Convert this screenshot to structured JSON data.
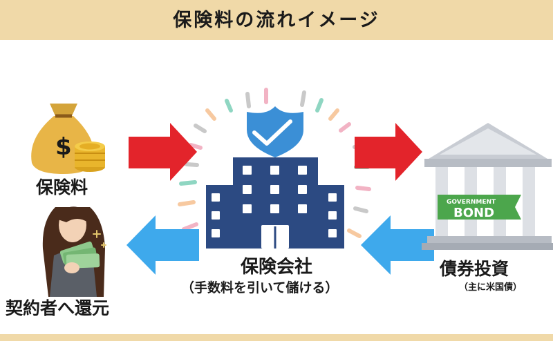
{
  "header": {
    "title": "保険料の流れイメージ"
  },
  "nodes": {
    "premium": {
      "label": "保険料"
    },
    "refund": {
      "label": "契約者へ還元"
    },
    "company": {
      "label": "保険会社",
      "note": "（手数料を引いて儲ける）"
    },
    "bond": {
      "label": "債券投資",
      "note": "（主に米国債）",
      "sign_line1": "GOVERNMENT",
      "sign_line2": "BOND"
    }
  },
  "colors": {
    "header_band": "#f0d9a8",
    "arrow_forward": "#e3242b",
    "arrow_return": "#3ea9ec",
    "building": "#2c4a82",
    "shield": "#3b8fd6",
    "bank": "#d8dce2",
    "bond_ribbon": "#4ca64c"
  },
  "icons": {
    "premium": "money-bag-coins-icon",
    "refund": "woman-holding-cash-icon",
    "company": "office-building-shield-icon",
    "bond": "bank-building-icon"
  }
}
